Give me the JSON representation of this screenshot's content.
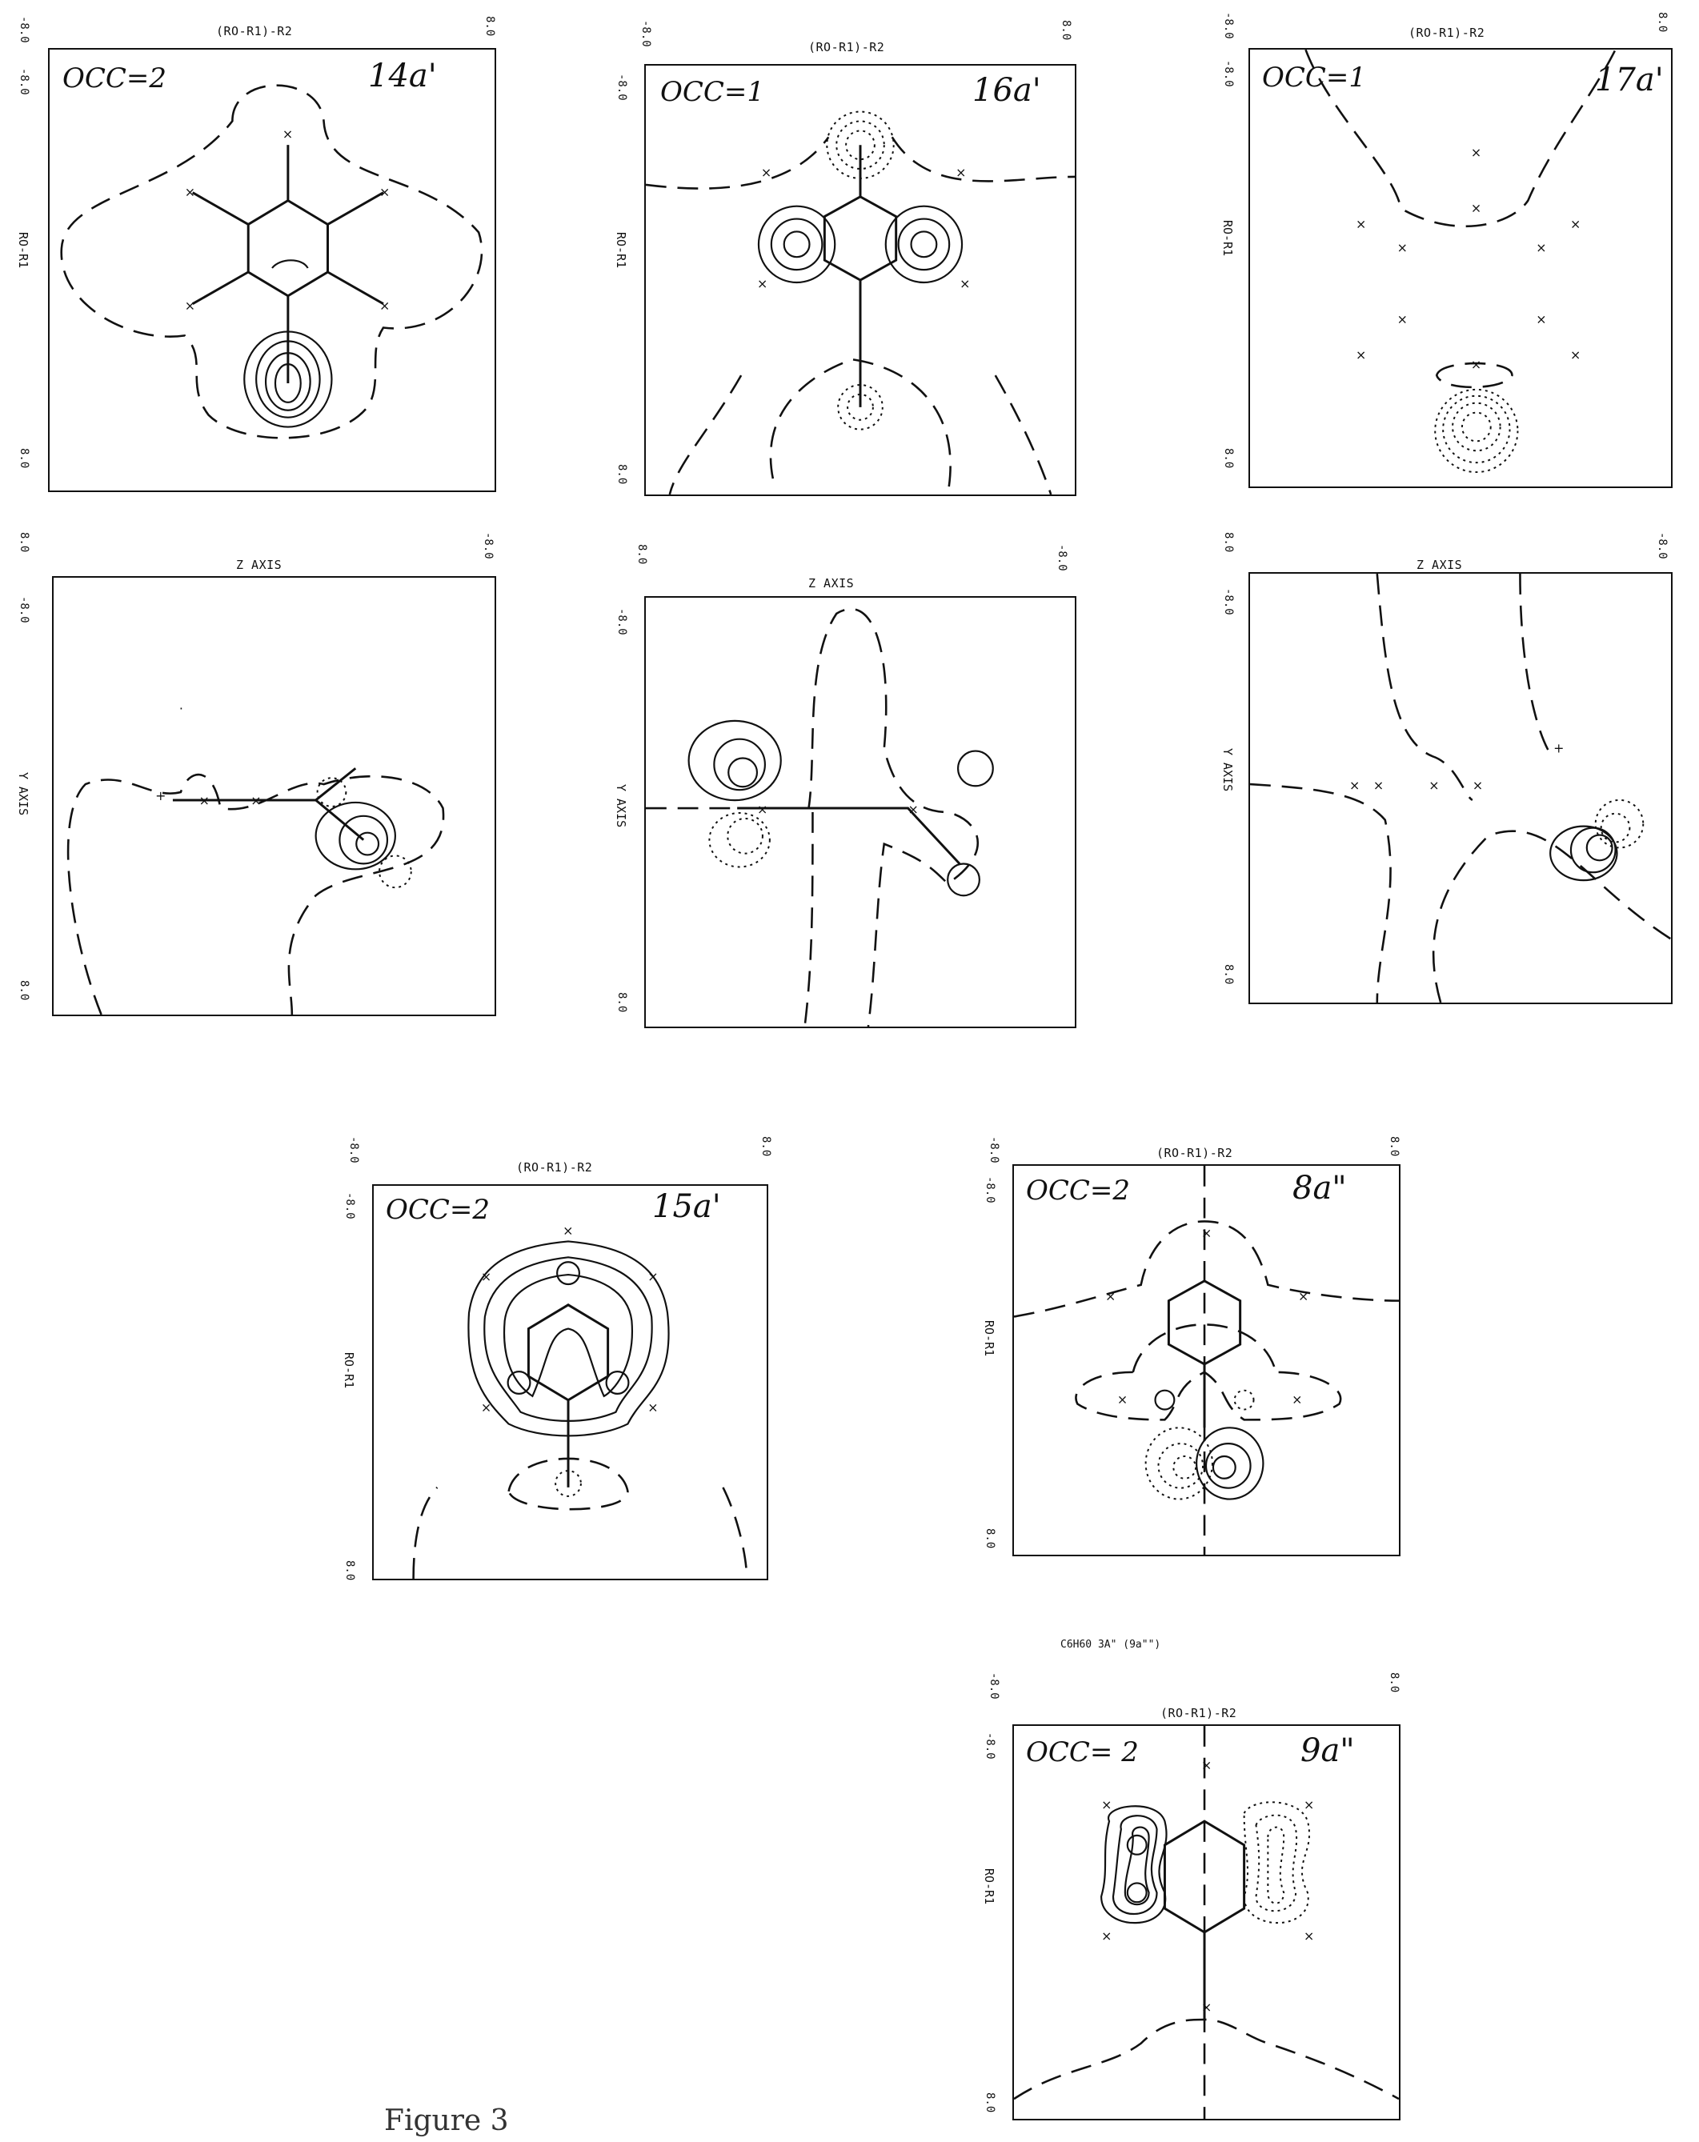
{
  "ticks": {
    "neg": "-8.0",
    "pos": "8.0"
  },
  "labels": {
    "plane_title": "(RO-R1)-R2",
    "plane_axis": "RO-R1",
    "z_axis": "Z AXIS",
    "y_axis": "Y AXIS"
  },
  "panels": {
    "p14": {
      "occ": "OCC=2",
      "orbital": "14a'"
    },
    "p16": {
      "occ": "OCC=1",
      "orbital": "16a'"
    },
    "p17": {
      "occ": "OCC=1",
      "orbital": "17a'"
    },
    "p15": {
      "occ": "OCC=2",
      "orbital": "15a'"
    },
    "p8": {
      "occ": "OCC=2",
      "orbital": "8a\""
    },
    "p9": {
      "occ": "OCC= 2",
      "orbital": "9a\"",
      "stamp": "C6H60 3A\" (9a\"\")"
    }
  },
  "caption": "Figure 3"
}
